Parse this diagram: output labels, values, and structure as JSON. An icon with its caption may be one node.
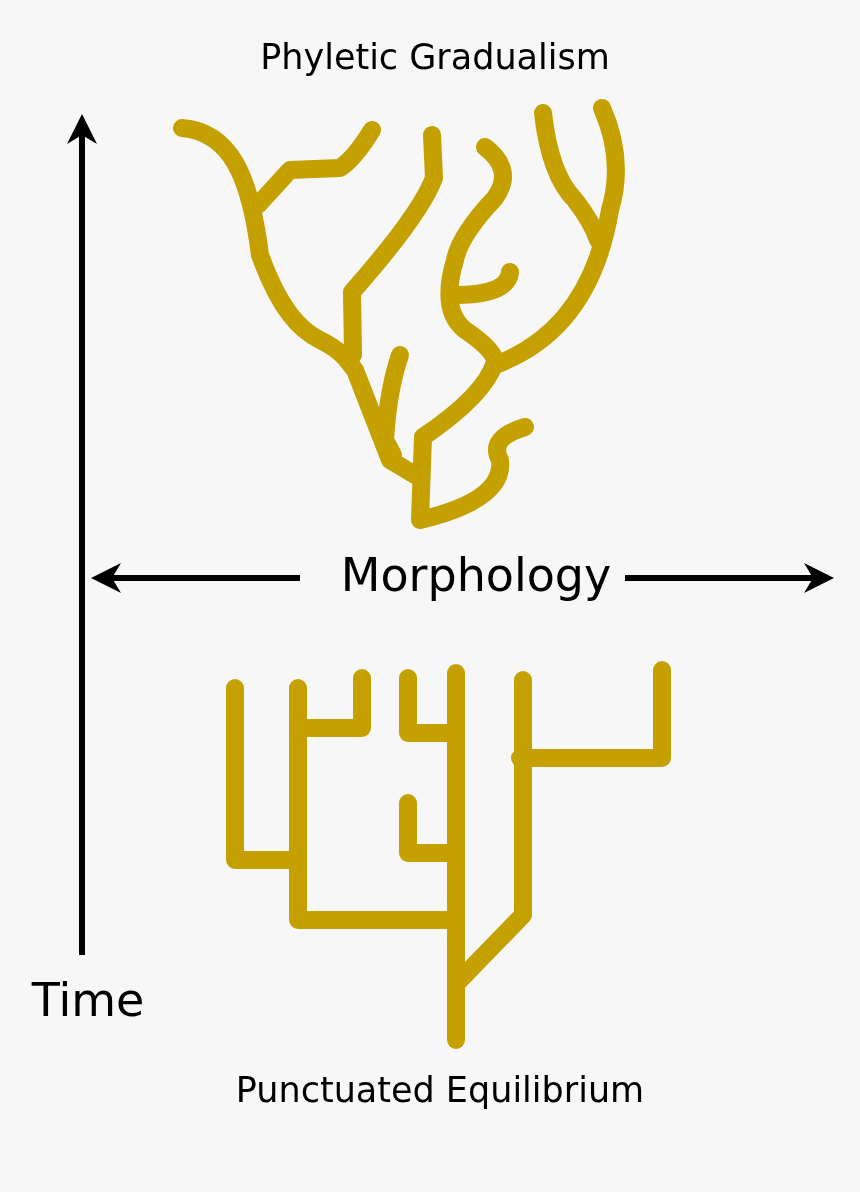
{
  "diagram": {
    "labels": [
      "Phyletic Gradualism",
      "Morphology",
      "Time",
      "Punctuated Equilibrium"
    ]
  }
}
